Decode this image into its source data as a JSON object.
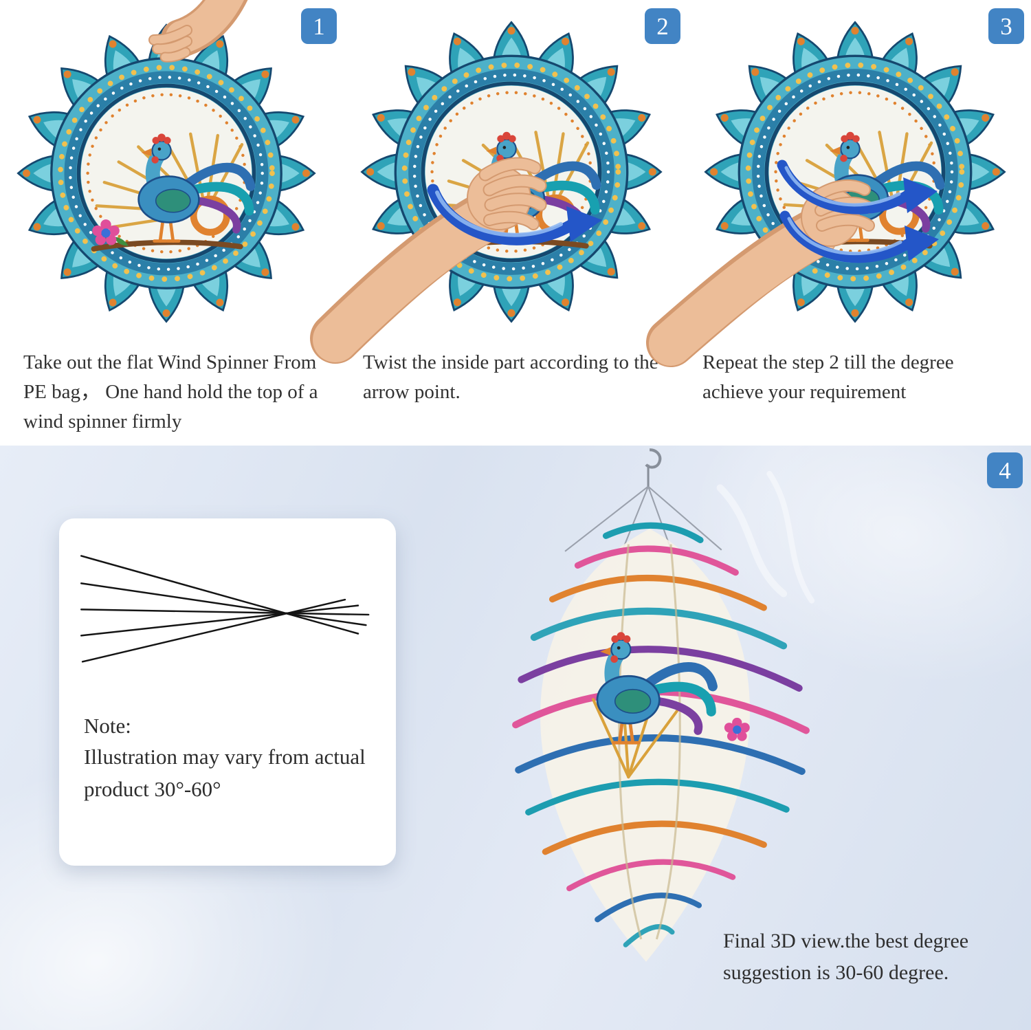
{
  "steps": [
    {
      "number": "1",
      "caption": "Take out the flat Wind Spinner From PE bag， One hand hold the top of a wind spinner firmly"
    },
    {
      "number": "2",
      "caption": "Twist the inside part according to the arrow point."
    },
    {
      "number": "3",
      "caption": "Repeat the step 2 till the degree achieve your requirement"
    }
  ],
  "final": {
    "number": "4",
    "caption": "Final 3D view.the best degree suggestion is 30-60 degree."
  },
  "note": {
    "title": "Note:",
    "body": "Illustration may vary from actual product 30°-60°"
  },
  "product": {
    "subject": "rooster mandala 3D wind spinner"
  },
  "colors": {
    "step_badge": "#4284c4",
    "arrow_blue": "#2456c8",
    "bottom_background": "#dbe4f2",
    "mandala_teal": "#2fa3b8",
    "mandala_orange": "#e0822f"
  }
}
